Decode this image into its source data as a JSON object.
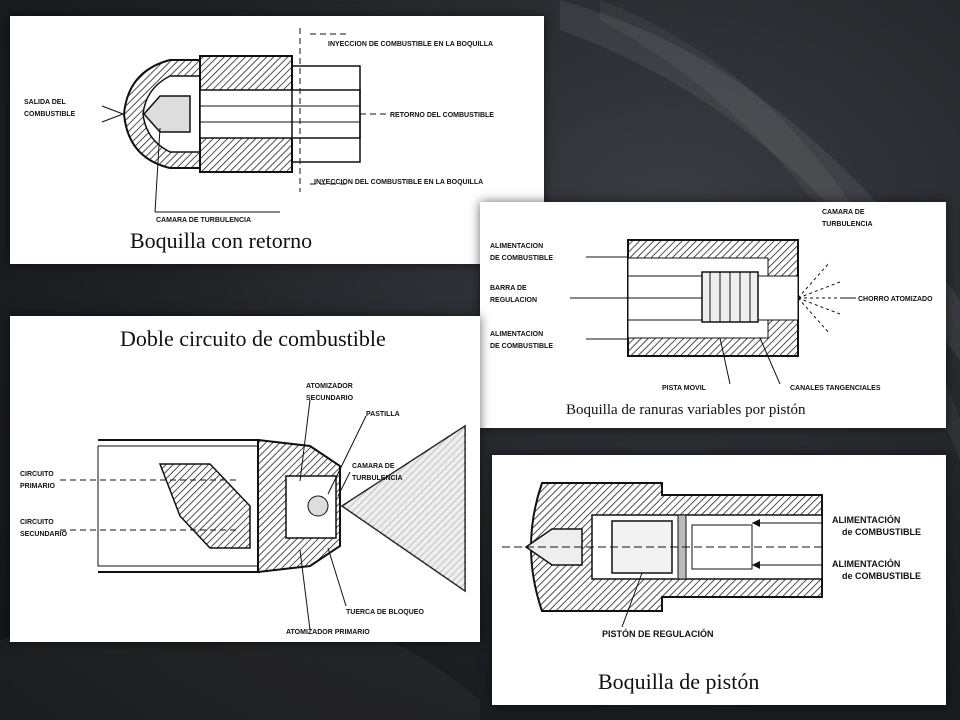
{
  "diagrams": {
    "retorno": {
      "caption": "Boquilla con retorno",
      "labels": {
        "salida": [
          "SALIDA DEL",
          "COMBUSTIBLE"
        ],
        "inyeccion_top": "INYECCION DE COMBUSTIBLE EN LA BOQUILLA",
        "retorno": "RETORNO DEL COMBUSTIBLE",
        "inyeccion_bottom": "INYECCION DEL COMBUSTIBLE EN LA BOQUILLA",
        "camara": "CAMARA DE TURBULENCIA"
      }
    },
    "ranuras": {
      "caption": "Boquilla de ranuras variables por pistón",
      "labels": {
        "alim_top": [
          "ALIMENTACION",
          "DE COMBUSTIBLE"
        ],
        "barra": [
          "BARRA DE",
          "REGULACION"
        ],
        "alim_bottom": [
          "ALIMENTACION",
          "DE COMBUSTIBLE"
        ],
        "camara": [
          "CAMARA DE",
          "TURBULENCIA"
        ],
        "chorro": "CHORRO ATOMIZADO",
        "pista": "PISTA MOVIL",
        "canales": "CANALES TANGENCIALES"
      }
    },
    "doble": {
      "caption": "Doble circuito de combustible",
      "labels": {
        "atom_sec": [
          "ATOMIZADOR",
          "SECUNDARIO"
        ],
        "pastilla": "PASTILLA",
        "primario": [
          "CIRCUITO",
          "PRIMARIO"
        ],
        "secundario": [
          "CIRCUITO",
          "SECUNDARIO"
        ],
        "camara": [
          "CAMARA DE",
          "TURBULENCIA"
        ],
        "tuerca": "TUERCA DE BLOQUEO",
        "atom_pri": "ATOMIZADOR PRIMARIO"
      }
    },
    "piston": {
      "caption": "Boquilla de pistón",
      "labels": {
        "alim_top": [
          "ALIMENTACIÓN",
          "de COMBUSTIBLE"
        ],
        "alim_bottom": [
          "ALIMENTACIÓN",
          "de COMBUSTIBLE"
        ],
        "piston": "PISTÓN DE REGULACIÓN"
      }
    }
  }
}
